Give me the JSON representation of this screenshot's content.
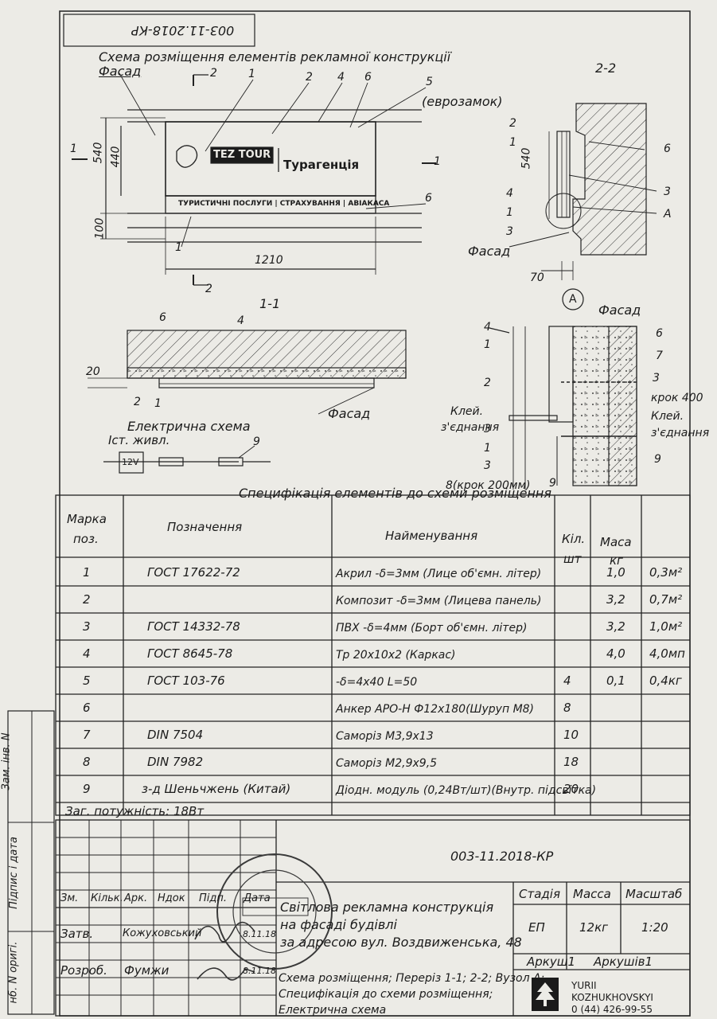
{
  "doc_code": "003-11.2018-КР",
  "plan": {
    "title": "Схема розміщення елементів рекламної конструкції",
    "facade": "Фасад",
    "section_22_label": "2-2",
    "eurolock": "(еврозамок)",
    "sign_brand": "TEZ TOUR",
    "sign_text": "Турагенція",
    "strip_text": "ТУРИСТИЧНІ ПОСЛУГИ | СТРАХУВАННЯ | АВІАКАСА",
    "dim_540": "540",
    "dim_440": "440",
    "dim_100": "100",
    "dim_1210": "1210",
    "cut_1": "1",
    "cut_2": "2",
    "callouts": [
      "1",
      "2",
      "4",
      "6",
      "5",
      "6",
      "1"
    ]
  },
  "section_11": {
    "title": "1-1",
    "facade": "Фасад",
    "dim_20": "20",
    "callouts": [
      "6",
      "4",
      "2",
      "1"
    ]
  },
  "section_22": {
    "facade": "Фасад",
    "dim_540": "540",
    "dim_70": "70",
    "callouts": [
      "2",
      "1",
      "6",
      "3",
      "4",
      "1",
      "A",
      "3"
    ]
  },
  "node_a": {
    "label": "A",
    "facade": "Фасад",
    "step_400": "крок 400",
    "glue_right": "Клей.",
    "joint_right": "з'єднання",
    "glue_left": "Клей.",
    "joint_left": "з'єднання",
    "step_200": "8(крок 200мм)",
    "callouts": [
      "4",
      "1",
      "2",
      "3",
      "1",
      "3",
      "9",
      "6",
      "7",
      "3",
      "9"
    ]
  },
  "electric": {
    "title": "Електрична схема",
    "source": "Іст. живл.",
    "voltage": "12V",
    "callout": "9"
  },
  "spec": {
    "title": "Специфікація елементів до схеми розміщення",
    "headers": {
      "mark": "Марка поз.",
      "designation": "Позначення",
      "name": "Найменування",
      "qty": "Кіл. шт",
      "mass": "Маса кг",
      "note": ""
    },
    "rows": [
      {
        "mark": "1",
        "designation": "ГОСТ 17622-72",
        "name": "Акрил -δ=3мм (Лице об'ємн. літер)",
        "qty": "",
        "mass": "1,0",
        "note": "0,3м²"
      },
      {
        "mark": "2",
        "designation": "",
        "name": "Композит -δ=3мм (Лицева панель)",
        "qty": "",
        "mass": "3,2",
        "note": "0,7м²"
      },
      {
        "mark": "3",
        "designation": "ГОСТ 14332-78",
        "name": "ПВХ -δ=4мм (Борт об'ємн. літер)",
        "qty": "",
        "mass": "3,2",
        "note": "1,0м²"
      },
      {
        "mark": "4",
        "designation": "ГОСТ 8645-78",
        "name": "Тр 20х10х2 (Каркас)",
        "qty": "",
        "mass": "4,0",
        "note": "4,0мп"
      },
      {
        "mark": "5",
        "designation": "ГОСТ 103-76",
        "name": "-δ=4х40          L=50",
        "qty": "4",
        "mass": "0,1",
        "note": "0,4кг"
      },
      {
        "mark": "6",
        "designation": "",
        "name": "Анкер АРО-Н Ф12х180(Шуруп М8)",
        "qty": "8",
        "mass": "",
        "note": ""
      },
      {
        "mark": "7",
        "designation": "DIN 7504",
        "name": "Саморіз М3,9х13",
        "qty": "10",
        "mass": "",
        "note": ""
      },
      {
        "mark": "8",
        "designation": "DIN 7982",
        "name": "Саморіз М2,9х9,5",
        "qty": "18",
        "mass": "",
        "note": ""
      },
      {
        "mark": "9",
        "designation": "з-д Шеньчжень (Китай)",
        "name": "Діодн. модуль (0,24Вт/шт)(Внутр. підсвітка)",
        "qty": "20",
        "mass": "",
        "note": ""
      }
    ],
    "total_power": "Заг. потужність: 18Вт"
  },
  "stamp": {
    "code": "003-11.2018-КР",
    "col_headers": [
      "Зм.",
      "Кільк.",
      "Арк.",
      "Ндок",
      "Підп.",
      "Дата"
    ],
    "approved_label": "Затв.",
    "approved_name": "Кожуховський",
    "approved_date": "8.11.18",
    "developed_label": "Розроб.",
    "developed_name": "Фумжи",
    "developed_date": "8.11.18",
    "project_title_1": "Світлова рекламна конструкція",
    "project_title_2": "на фасаді будівлі",
    "project_title_3": "за адресою вул. Воздвиженська, 48",
    "sheet_content_1": "Схема розміщення; Переріз 1-1; 2-2; Вузол А;",
    "sheet_content_2": "Специфікація до схеми розміщення;",
    "sheet_content_3": "Електрична схема",
    "stage_label": "Стадія",
    "mass_label": "Масса",
    "scale_label": "Масштаб",
    "stage": "ЕП",
    "mass": "12кг",
    "scale": "1:20",
    "sheet_label": "Аркуш1",
    "sheets_label": "Аркушів1",
    "company_1": "YURII",
    "company_2": "KOZHUKHOVSKYI",
    "company_phone": "0 (44) 426-99-55"
  },
  "side": {
    "inv_replace": "Зам. інв. N",
    "sign_date": "Підпис і дата",
    "inv_orig": "нб. N оригі."
  }
}
